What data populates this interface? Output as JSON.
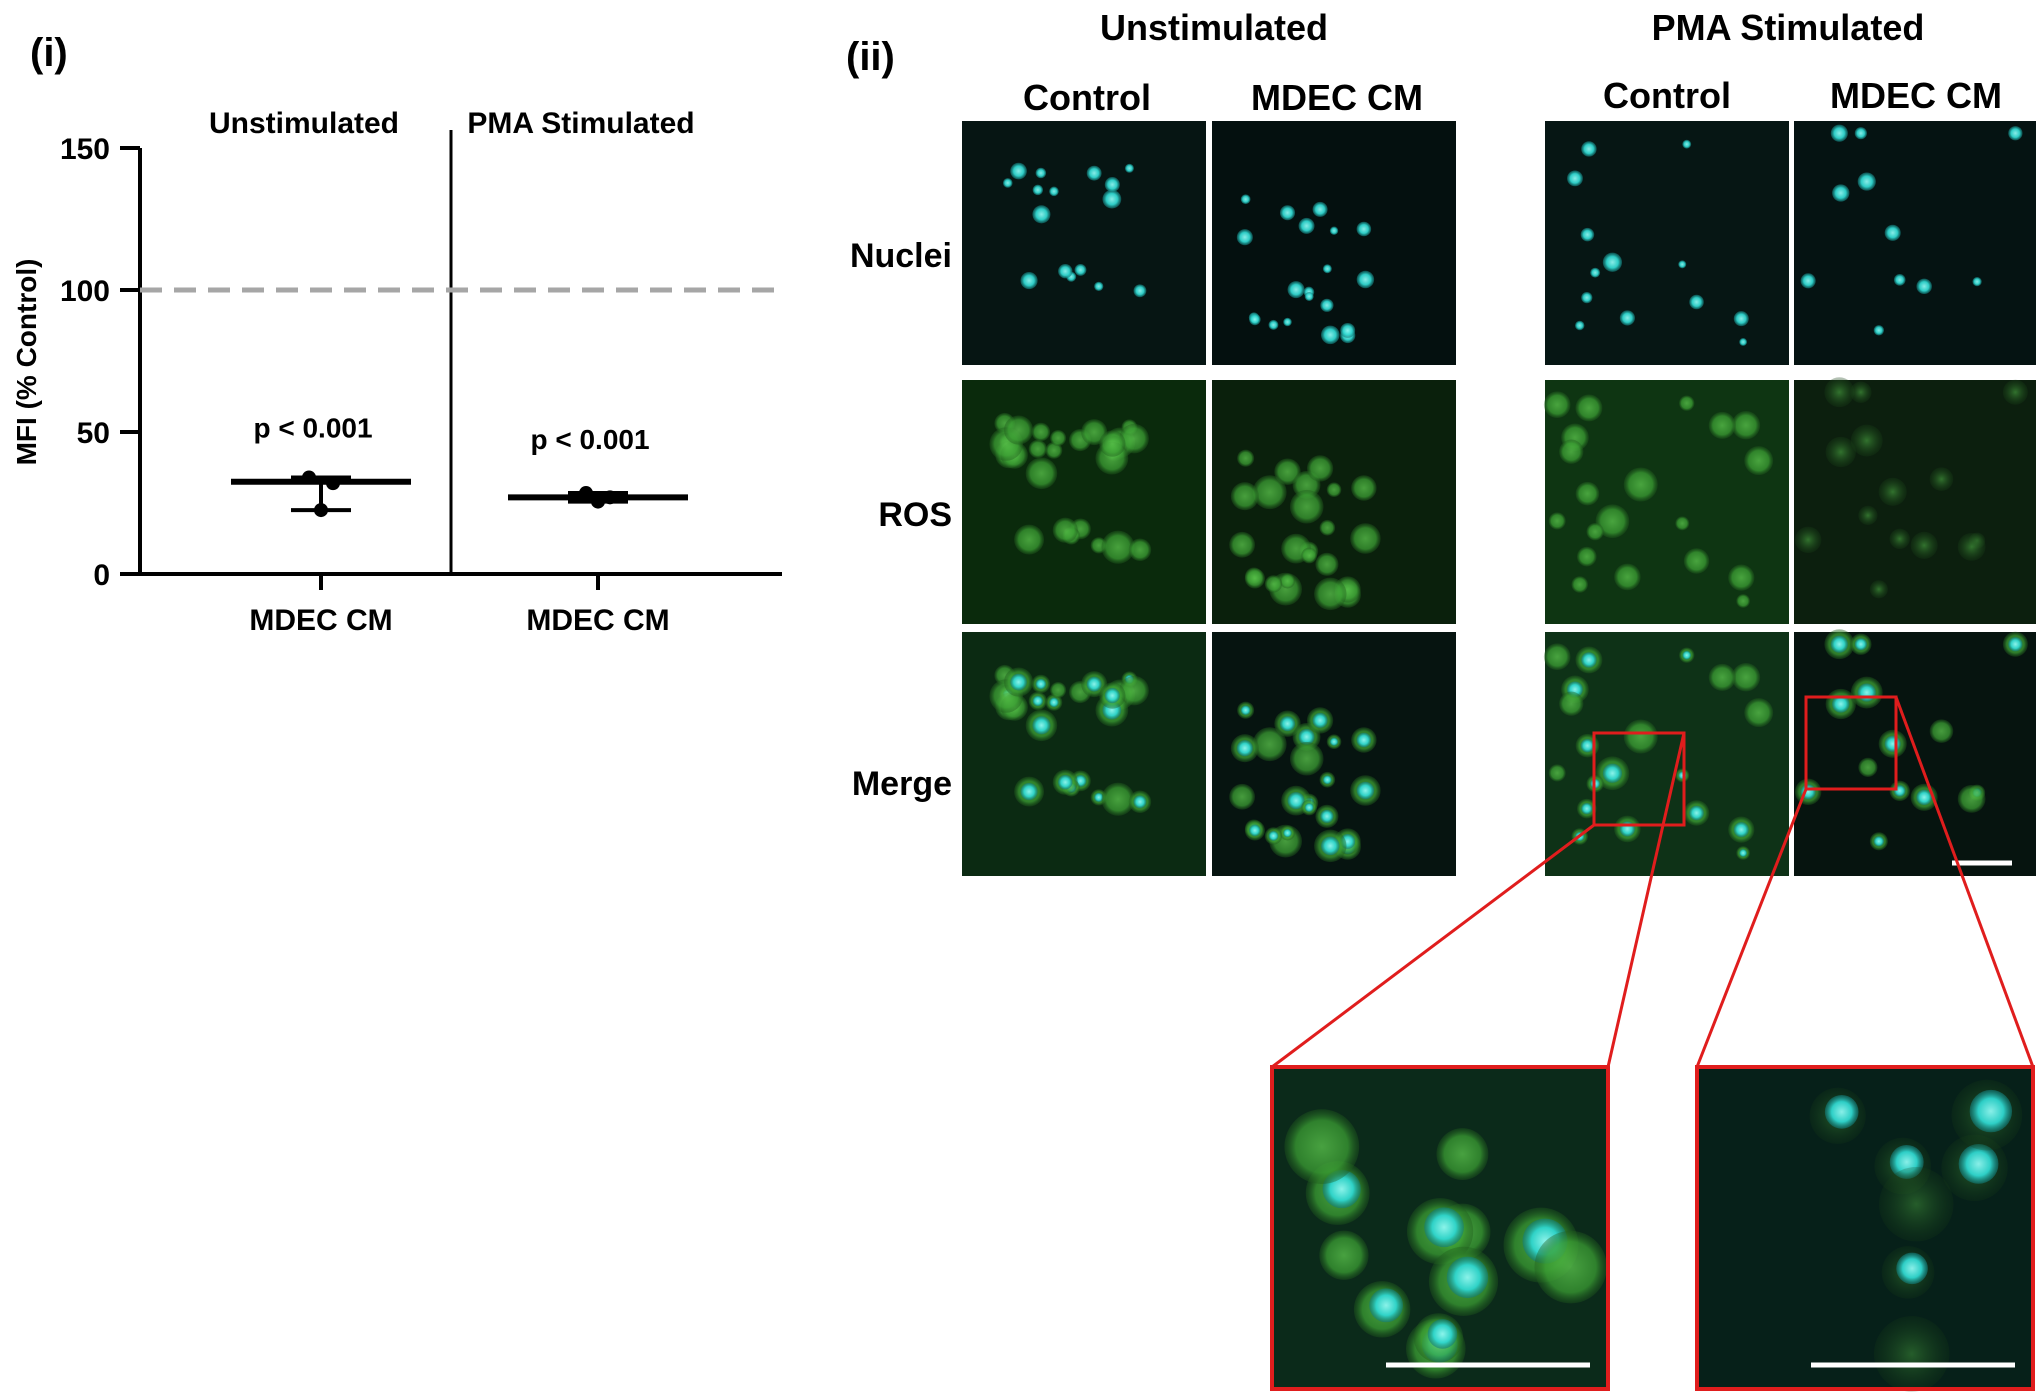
{
  "panel_i": {
    "label": "(i)",
    "chart_data": {
      "type": "scatter",
      "ylabel": "MFI (% Control)",
      "ylim": [
        0,
        150
      ],
      "yticks": [
        0,
        50,
        100,
        150
      ],
      "reference_line": 100,
      "groups": [
        {
          "title": "Unstimulated",
          "xlabel": "MDEC CM",
          "annotation": "p < 0.001",
          "mean": 32.5,
          "lower": 22.5,
          "upper": 34,
          "points": [
            34,
            32,
            22.5
          ]
        },
        {
          "title": "PMA Stimulated",
          "xlabel": "MDEC CM",
          "annotation": "p < 0.001",
          "mean": 27,
          "lower": 25.5,
          "upper": 28.5,
          "points": [
            28.5,
            27,
            25.5
          ]
        }
      ]
    }
  },
  "panel_ii": {
    "label": "(ii)",
    "groups": [
      {
        "title": "Unstimulated",
        "columns": [
          "Control",
          "MDEC CM"
        ]
      },
      {
        "title": "PMA Stimulated",
        "columns": [
          "Control",
          "MDEC CM"
        ]
      }
    ],
    "rows": [
      "Nuclei",
      "ROS",
      "Merge"
    ],
    "colors": {
      "nuclei": "#2fd6cf",
      "ros": "#3fb338",
      "inset_frame": "#e01d1d",
      "scale_bar": "#ffffff"
    }
  }
}
